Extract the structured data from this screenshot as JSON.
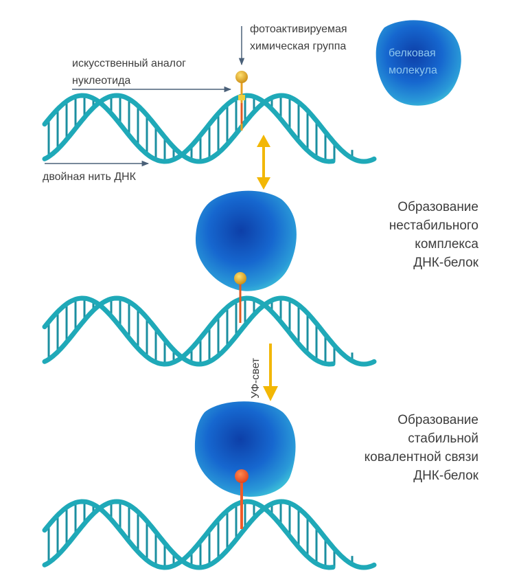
{
  "labels": {
    "photo_group": [
      "фотоактивируемая",
      "химическая группа"
    ],
    "nucleotide_analog": [
      "искусственный аналог",
      "нуклеотида"
    ],
    "protein": [
      "белковая",
      "молекула"
    ],
    "dna": "двойная нить ДНК",
    "uv": "УФ-свет"
  },
  "steps": [
    {
      "lines": [
        "Образование",
        "нестабильного",
        "комплекса",
        "ДНК-белок"
      ]
    },
    {
      "lines": [
        "Образование",
        "стабильной",
        "ковалентной связи",
        "ДНК-белок"
      ]
    }
  ],
  "colors": {
    "dna": "#1fa9b8",
    "rung": "#1b8fa0",
    "arrow": "#f2b705",
    "protein": "#1e6fd0",
    "label_arrow": "#4a6078",
    "probe_unstable": "#e0a818",
    "probe_stable": "#f05a28"
  }
}
